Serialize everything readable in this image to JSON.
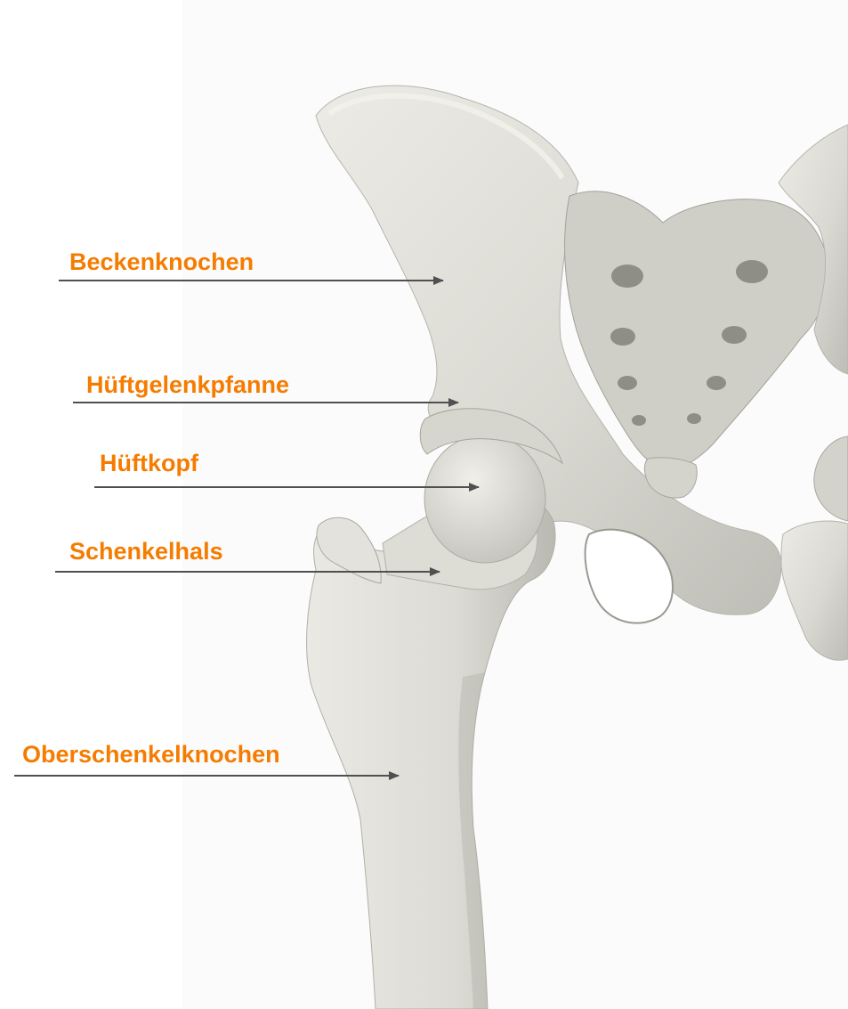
{
  "colors": {
    "label": "#f57c00",
    "leader_line": "#505050",
    "bone_fill": "#dddcd5",
    "bone_shadow": "#a8a7a0",
    "background_panel": "#fbfbfb"
  },
  "labels": [
    {
      "id": "pelvis",
      "text": "Beckenknochen"
    },
    {
      "id": "acetabulum",
      "text": "Hüftgelenkpfanne"
    },
    {
      "id": "femoral-head",
      "text": "Hüftkopf"
    },
    {
      "id": "femoral-neck",
      "text": "Schenkelhals"
    },
    {
      "id": "femur",
      "text": "Oberschenkelknochen"
    }
  ]
}
